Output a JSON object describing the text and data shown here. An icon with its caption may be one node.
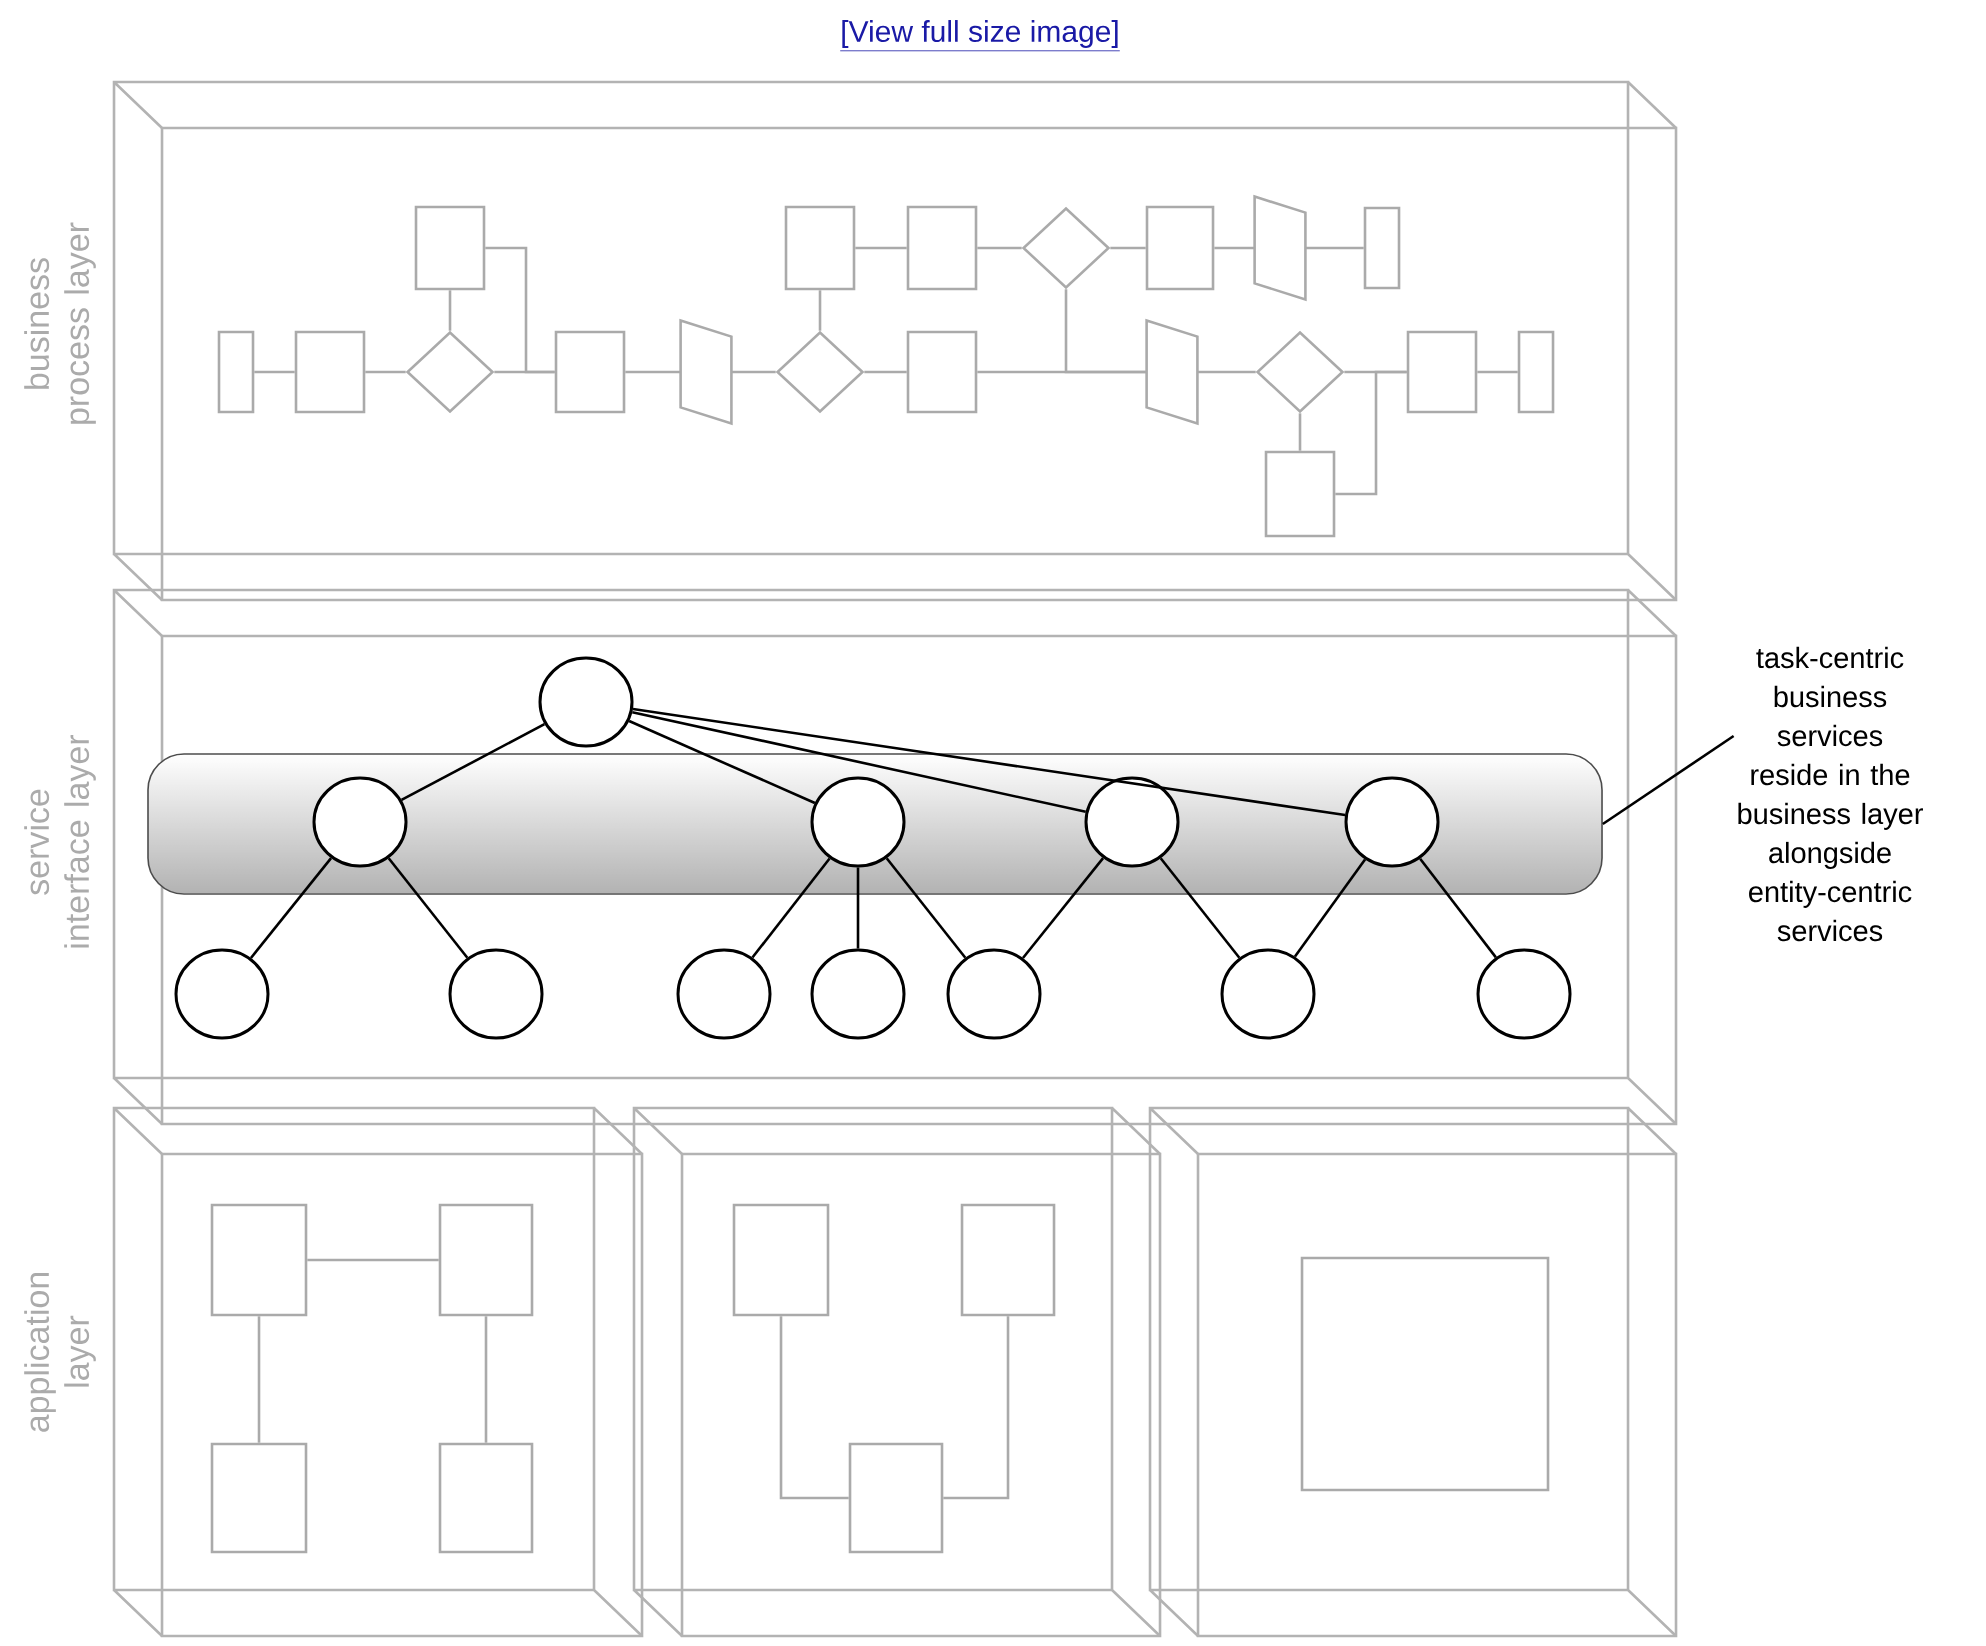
{
  "diagram": {
    "nodes": [
      {
        "text": [
          "business process layer"
        ]
      },
      {
        "text": [],
        "shape": "box",
        "in": 0
      },
      {
        "text": [],
        "shape": "box",
        "in": 0
      },
      {
        "text": [],
        "shape": "box",
        "in": 0
      },
      {
        "text": [],
        "shape": "diamond",
        "in": 0
      },
      {
        "text": [],
        "shape": "box",
        "in": 0
      },
      {
        "text": [],
        "shape": "trapezoid",
        "in": 0
      },
      {
        "text": [],
        "shape": "box",
        "in": 0
      },
      {
        "text": [],
        "shape": "diamond",
        "in": 0
      },
      {
        "text": [],
        "shape": "box",
        "in": 0
      },
      {
        "text": [],
        "shape": "box",
        "in": 0
      },
      {
        "text": [],
        "shape": "diamond",
        "in": 0
      },
      {
        "text": [],
        "shape": "box",
        "in": 0
      },
      {
        "text": [],
        "shape": "trapezoid",
        "in": 0
      },
      {
        "text": [],
        "shape": "trapezoid",
        "in": 0
      },
      {
        "text": [],
        "shape": "diamond",
        "in": 0
      },
      {
        "text": [],
        "shape": "box",
        "in": 0
      },
      {
        "text": [],
        "shape": "box",
        "in": 0
      },
      {
        "text": [],
        "shape": "box",
        "in": 0
      },
      {
        "text": [],
        "shape": "box",
        "in": 0
      },
      {
        "text": [
          "service interface layer"
        ]
      },
      {
        "text": [],
        "shape": "circle",
        "in": 20
      },
      {
        "text": [],
        "shape": "bar",
        "in": 20
      },
      {
        "text": [],
        "shape": "circle",
        "in": 22
      },
      {
        "text": [],
        "shape": "circle",
        "in": 22
      },
      {
        "text": [],
        "shape": "circle",
        "in": 22
      },
      {
        "text": [],
        "shape": "circle",
        "in": 22
      },
      {
        "text": [],
        "shape": "circle",
        "in": 20
      },
      {
        "text": [],
        "shape": "circle",
        "in": 20
      },
      {
        "text": [],
        "shape": "circle",
        "in": 20
      },
      {
        "text": [],
        "shape": "circle",
        "in": 20
      },
      {
        "text": [],
        "shape": "circle",
        "in": 20
      },
      {
        "text": [],
        "shape": "circle",
        "in": 20
      },
      {
        "text": [],
        "shape": "circle",
        "in": 20
      },
      {
        "text": [
          "task-centric business services reside in the business layer alongside entity-centric services"
        ]
      },
      {
        "text": [],
        "shape": "box"
      },
      {
        "text": [],
        "shape": "box"
      },
      {
        "text": [],
        "shape": "box"
      },
      {
        "text": [],
        "shape": "box",
        "in": 35
      },
      {
        "text": [],
        "shape": "box",
        "in": 35
      },
      {
        "text": [],
        "shape": "box",
        "in": 35
      },
      {
        "text": [],
        "shape": "box",
        "in": 35
      },
      {
        "text": [],
        "shape": "box",
        "in": 36
      },
      {
        "text": [],
        "shape": "box",
        "in": 36
      },
      {
        "text": [],
        "shape": "box",
        "in": 36
      },
      {
        "text": [],
        "shape": "box",
        "in": 37
      }
    ],
    "edges": [
      {
        "from": 1,
        "to": 2,
        "arrow": "none"
      },
      {
        "from": 2,
        "to": 4,
        "arrow": "none"
      },
      {
        "from": 3,
        "to": 4,
        "arrow": "none"
      },
      {
        "from": 3,
        "to": 5,
        "arrow": "none"
      },
      {
        "from": 4,
        "to": 5,
        "arrow": "none"
      },
      {
        "from": 5,
        "to": 6,
        "arrow": "none"
      },
      {
        "from": 6,
        "to": 8,
        "arrow": "none"
      },
      {
        "from": 7,
        "to": 8,
        "arrow": "none"
      },
      {
        "from": 7,
        "to": 9,
        "arrow": "none"
      },
      {
        "from": 9,
        "to": 11,
        "arrow": "none"
      },
      {
        "from": 11,
        "to": 12,
        "arrow": "none"
      },
      {
        "from": 12,
        "to": 14,
        "arrow": "none"
      },
      {
        "from": 14,
        "to": 17,
        "arrow": "none"
      },
      {
        "from": 8,
        "to": 10,
        "arrow": "none"
      },
      {
        "from": 10,
        "to": 13,
        "arrow": "none"
      },
      {
        "from": 11,
        "to": 13,
        "arrow": "none"
      },
      {
        "from": 13,
        "to": 15,
        "arrow": "none"
      },
      {
        "from": 15,
        "to": 16,
        "arrow": "none"
      },
      {
        "from": 16,
        "to": 18,
        "arrow": "none"
      },
      {
        "from": 15,
        "to": 18,
        "arrow": "none"
      },
      {
        "from": 18,
        "to": 19,
        "arrow": "none"
      },
      {
        "from": 21,
        "to": 23,
        "arrow": "none",
        "color": "#000000"
      },
      {
        "from": 21,
        "to": 24,
        "arrow": "none",
        "color": "#000000"
      },
      {
        "from": 21,
        "to": 25,
        "arrow": "none",
        "color": "#000000"
      },
      {
        "from": 21,
        "to": 26,
        "arrow": "none",
        "color": "#000000"
      },
      {
        "from": 23,
        "to": 27,
        "arrow": "none",
        "color": "#000000"
      },
      {
        "from": 23,
        "to": 28,
        "arrow": "none",
        "color": "#000000"
      },
      {
        "from": 24,
        "to": 29,
        "arrow": "none",
        "color": "#000000"
      },
      {
        "from": 24,
        "to": 30,
        "arrow": "none",
        "color": "#000000"
      },
      {
        "from": 24,
        "to": 31,
        "arrow": "none",
        "color": "#000000"
      },
      {
        "from": 25,
        "to": 31,
        "arrow": "none",
        "color": "#000000"
      },
      {
        "from": 25,
        "to": 32,
        "arrow": "none",
        "color": "#000000"
      },
      {
        "from": 26,
        "to": 32,
        "arrow": "none",
        "color": "#000000"
      },
      {
        "from": 26,
        "to": 33,
        "arrow": "none",
        "color": "#000000"
      },
      {
        "from": 34,
        "to": 22,
        "arrow": "none",
        "color": "#000000"
      },
      {
        "from": 38,
        "to": 39,
        "arrow": "none"
      },
      {
        "from": 38,
        "to": 40,
        "arrow": "none"
      },
      {
        "from": 39,
        "to": 41,
        "arrow": "none"
      },
      {
        "from": 42,
        "to": 44,
        "arrow": "none"
      },
      {
        "from": 43,
        "to": 44,
        "arrow": "none"
      }
    ],
    "labels": [
      "[View full size image]",
      "application layer"
    ]
  }
}
